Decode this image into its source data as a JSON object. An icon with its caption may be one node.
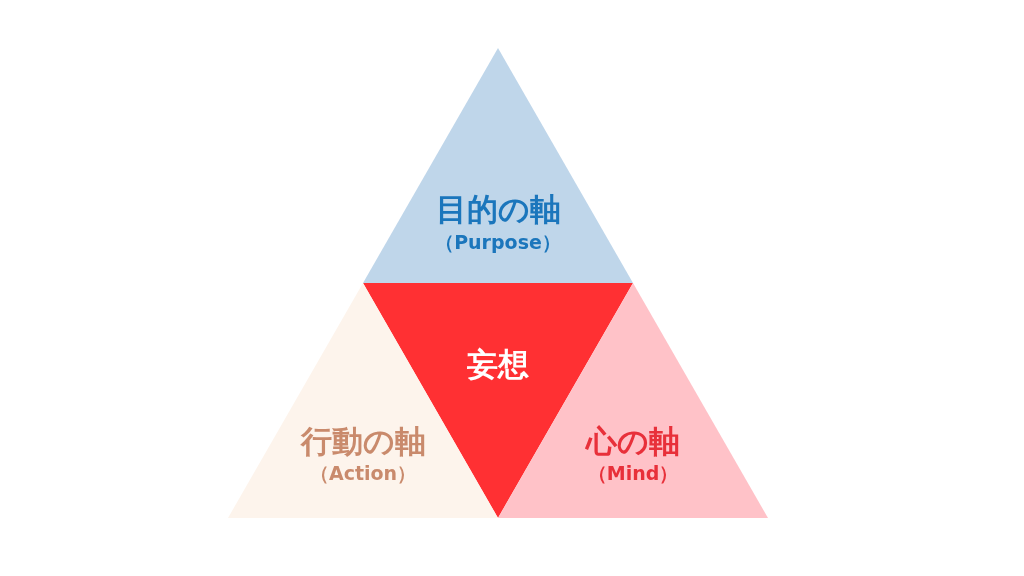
{
  "diagram": {
    "nodes": [
      {
        "text": [
          "目的の軸",
          "（Purpose）"
        ]
      },
      {
        "text": [
          "妄想"
        ]
      },
      {
        "text": [
          "行動の軸",
          "（Action）"
        ]
      },
      {
        "text": [
          "心の軸",
          "（Mind）"
        ]
      }
    ],
    "edges": []
  }
}
